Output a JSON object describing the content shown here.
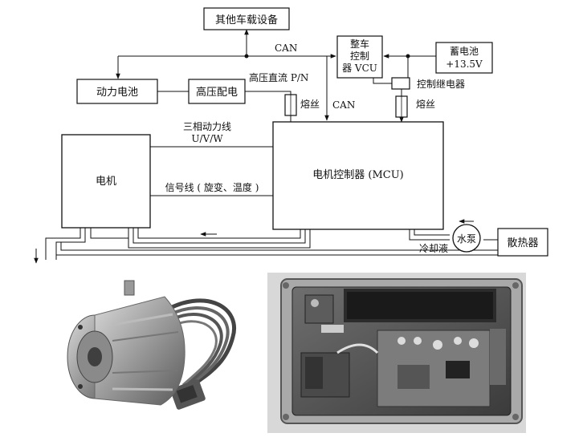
{
  "diagram": {
    "other_devices": "其他车载设备",
    "can_top": "CAN",
    "vcu_line1": "整车",
    "vcu_line2": "控制",
    "vcu_line3": "器 VCU",
    "battery12_line1": "蓄电池",
    "battery12_line2": "+13.5V",
    "power_battery": "动力电池",
    "hv_distribution": "高压配电",
    "hv_dc": "高压直流 P/N",
    "relay": "控制继电器",
    "fuse_left": "熔丝",
    "fuse_right": "熔丝",
    "can_mid": "CAN",
    "three_phase_line1": "三相动力线",
    "three_phase_line2": "U/V/W",
    "motor": "电机",
    "mcu": "电机控制器 (MCU)",
    "signal_line": "信号线 ( 旋变、温度 )",
    "pump": "水泵",
    "coolant": "冷却液",
    "radiator": "散热器"
  },
  "colors": {
    "line": "#111111",
    "background": "#ffffff"
  }
}
